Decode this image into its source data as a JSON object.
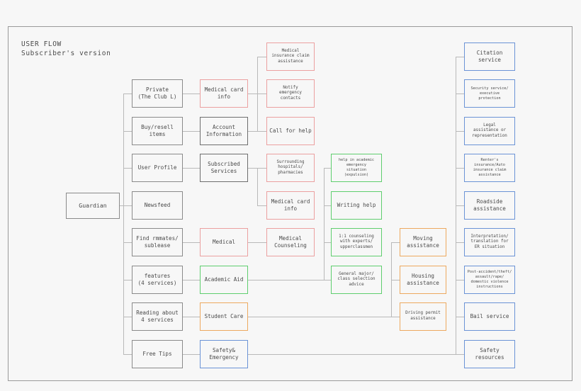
{
  "diagram": {
    "title": "USER FLOW\nSubscriber's version",
    "type": "flowchart",
    "colors": {
      "gray": "#8a8a8a",
      "red": "#eba0a0",
      "green": "#5fce6e",
      "orange": "#eda95f",
      "blue": "#6b93d6",
      "edge": "#b9b9b9",
      "background": "#f7f7f7",
      "text": "#4a4a4a"
    },
    "root": {
      "label": "Guardian",
      "color": "gray"
    },
    "col_menu": [
      {
        "label": "Private\n(The Club L)",
        "color": "gray"
      },
      {
        "label": "Buy/resell\nitems",
        "color": "gray"
      },
      {
        "label": "User Profile",
        "color": "gray"
      },
      {
        "label": "Newsfeed",
        "color": "gray"
      },
      {
        "label": "Find rmmates/\nsublease",
        "color": "gray"
      },
      {
        "label": "features\n(4 services)",
        "color": "gray"
      },
      {
        "label": "Reading about\n4 services",
        "color": "gray"
      },
      {
        "label": "Free Tips",
        "color": "gray"
      }
    ],
    "col_category": [
      {
        "label": "Medical card\ninfo",
        "color": "red"
      },
      {
        "label": "Account\nInformation",
        "color": "gray"
      },
      {
        "label": "Subscribed\nServices",
        "color": "gray"
      },
      {
        "label": "Medical",
        "color": "red"
      },
      {
        "label": "Academic Aid",
        "color": "green"
      },
      {
        "label": "Student Care",
        "color": "orange"
      },
      {
        "label": "Safety&\nEmergency",
        "color": "blue"
      }
    ],
    "col_medical": [
      {
        "label": "Medical\ninsurance claim\nassistance",
        "color": "red"
      },
      {
        "label": "Notify\nemergency\ncontacts",
        "color": "red"
      },
      {
        "label": "Call for help",
        "color": "red"
      },
      {
        "label": "Surrounding\nhospitals/\npharmacies",
        "color": "red"
      },
      {
        "label": "Medical card\ninfo",
        "color": "red"
      },
      {
        "label": "Medical\nCounseling",
        "color": "red"
      }
    ],
    "col_academic": [
      {
        "label": "help in academic\nemergency\nsituation\n(expulsion)",
        "color": "green"
      },
      {
        "label": "Writing help",
        "color": "green"
      },
      {
        "label": "1:1 counseling\nwith experts/\nupperclassmen",
        "color": "green"
      },
      {
        "label": "General major/\nclass selection\nadvice",
        "color": "green"
      }
    ],
    "col_student": [
      {
        "label": "Moving\nassistance",
        "color": "orange"
      },
      {
        "label": "Housing\nassistance",
        "color": "orange"
      },
      {
        "label": "Driving permit\nassistance",
        "color": "orange"
      }
    ],
    "col_safety": [
      {
        "label": "Citation\nservice",
        "color": "blue"
      },
      {
        "label": "Security service/\nexecutive\nprotection",
        "color": "blue"
      },
      {
        "label": "Legal\nassistance or\nrepresentation",
        "color": "blue"
      },
      {
        "label": "Renter's\ninsurance/Auto\ninsurance claim\nassistance",
        "color": "blue"
      },
      {
        "label": "Roadside\nassistance",
        "color": "blue"
      },
      {
        "label": "Interpretation/\ntranslation for\nER situation",
        "color": "blue"
      },
      {
        "label": "Post-accident/theft/\nassault/rape/\ndomestic violence\ninstructions",
        "color": "blue"
      },
      {
        "label": "Bail service",
        "color": "blue"
      },
      {
        "label": "Safety\nresources",
        "color": "blue"
      }
    ]
  }
}
